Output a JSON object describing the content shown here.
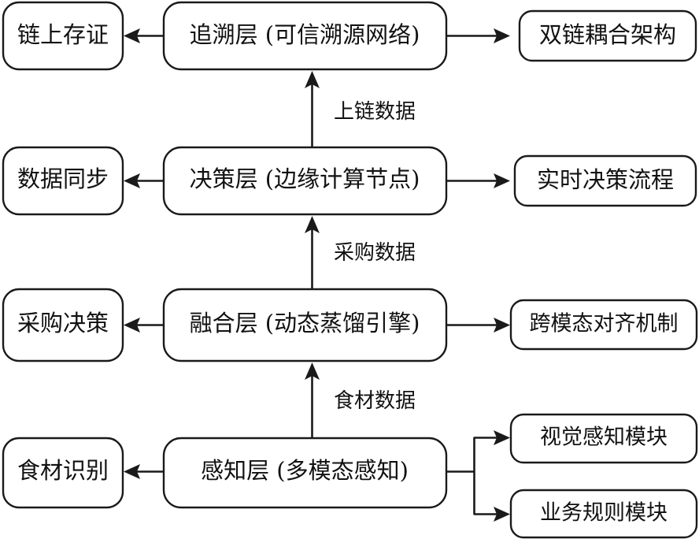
{
  "diagram": {
    "type": "layered-architecture-flowchart",
    "background_color": "#ffffff",
    "line_color": "#1a1a1a",
    "text_color": "#111111",
    "box_fill": "#ffffff",
    "nodes": {
      "trace_left": "链上存证",
      "trace_center": "追溯层 (可信溯源网络)",
      "trace_right": "双链耦合架构",
      "decision_left": "数据同步",
      "decision_center": "决策层 (边缘计算节点)",
      "decision_right": "实时决策流程",
      "fusion_left": "采购决策",
      "fusion_center": "融合层 (动态蒸馏引擎)",
      "fusion_right": "跨模态对齐机制",
      "perception_left": "食材识别",
      "perception_center": "感知层 (多模态感知)",
      "perception_branch_top": "视觉感知模块",
      "perception_branch_bottom": "业务规则模块"
    },
    "edge_labels": {
      "to_trace": "上链数据",
      "to_decision": "采购数据",
      "to_fusion": "食材数据"
    }
  }
}
